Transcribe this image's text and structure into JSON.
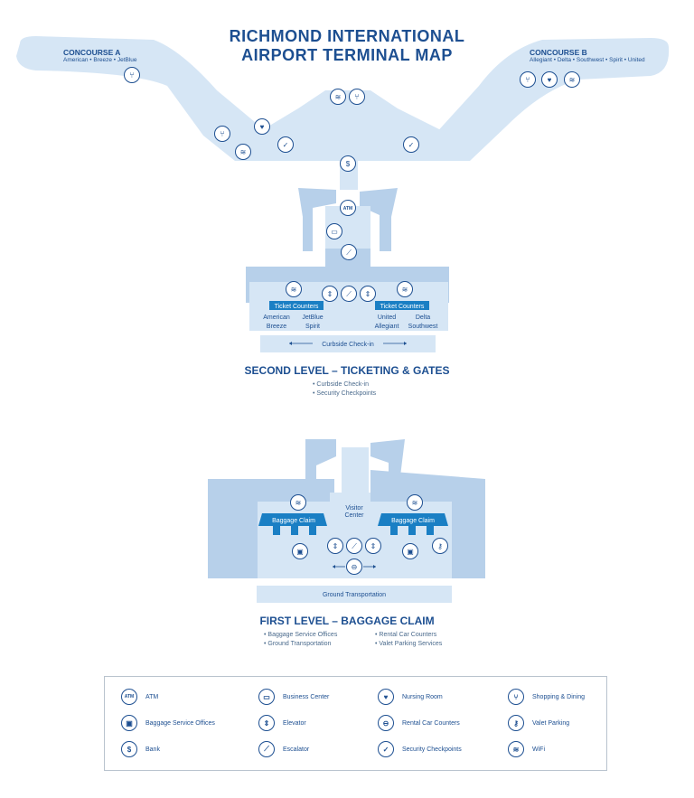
{
  "title": {
    "line1": "RICHMOND INTERNATIONAL",
    "line2": "AIRPORT TERMINAL MAP"
  },
  "concourse_a": {
    "name": "CONCOURSE A",
    "airlines": "American • Breeze • JetBlue"
  },
  "concourse_b": {
    "name": "CONCOURSE B",
    "airlines": "Allegiant • Delta • Southwest • Spirit • United"
  },
  "second_level": {
    "ticket_counters_left": "Ticket Counters",
    "ticket_counters_right": "Ticket Counters",
    "left_airlines": [
      "American",
      "JetBlue",
      "Breeze",
      "Spirit"
    ],
    "right_airlines": [
      "United",
      "Delta",
      "Allegiant",
      "Southwest"
    ],
    "curbside": "Curbside Check-in",
    "title": "SECOND LEVEL – TICKETING & GATES",
    "bullets": [
      "Curbside Check-in",
      "Security Checkpoints"
    ]
  },
  "first_level": {
    "visitor_center": [
      "Visitor",
      "Center"
    ],
    "baggage_claim_left": "Baggage Claim",
    "baggage_claim_right": "Baggage Claim",
    "ground_transportation": "Ground Transportation",
    "title": "FIRST LEVEL – BAGGAGE CLAIM",
    "bullets_left": [
      "Baggage Service Offices",
      "Ground Transportation"
    ],
    "bullets_right": [
      "Rental Car Counters",
      "Valet Parking Services"
    ]
  },
  "icon_glyphs": {
    "atm": "ATM",
    "bank": "$"
  },
  "legend": [
    {
      "icon": "atm-icon",
      "glyph": "ATM",
      "label": "ATM"
    },
    {
      "icon": "baggage-service-icon",
      "glyph": "▣",
      "label": "Baggage Service Offices"
    },
    {
      "icon": "bank-icon",
      "glyph": "$",
      "label": "Bank"
    },
    {
      "icon": "business-center-icon",
      "glyph": "▭",
      "label": "Business Center"
    },
    {
      "icon": "elevator-icon",
      "glyph": "⇕",
      "label": "Elevator"
    },
    {
      "icon": "escalator-icon",
      "glyph": "⟋",
      "label": "Escalator"
    },
    {
      "icon": "nursing-room-icon",
      "glyph": "♥",
      "label": "Nursing Room"
    },
    {
      "icon": "rental-car-icon",
      "glyph": "⊖",
      "label": "Rental Car Counters"
    },
    {
      "icon": "security-checkpoint-icon",
      "glyph": "✓",
      "label": "Security Checkpoints"
    },
    {
      "icon": "shopping-dining-icon",
      "glyph": "⑂",
      "label": "Shopping & Dining"
    },
    {
      "icon": "valet-parking-icon",
      "glyph": "⚷",
      "label": "Valet Parking"
    },
    {
      "icon": "wifi-icon",
      "glyph": "≋",
      "label": "WiFi"
    }
  ],
  "colors": {
    "floor": "#d6e6f5",
    "wall": "#b7d0ea",
    "accent": "#1d4f91",
    "banner": "#1a7fc4"
  }
}
